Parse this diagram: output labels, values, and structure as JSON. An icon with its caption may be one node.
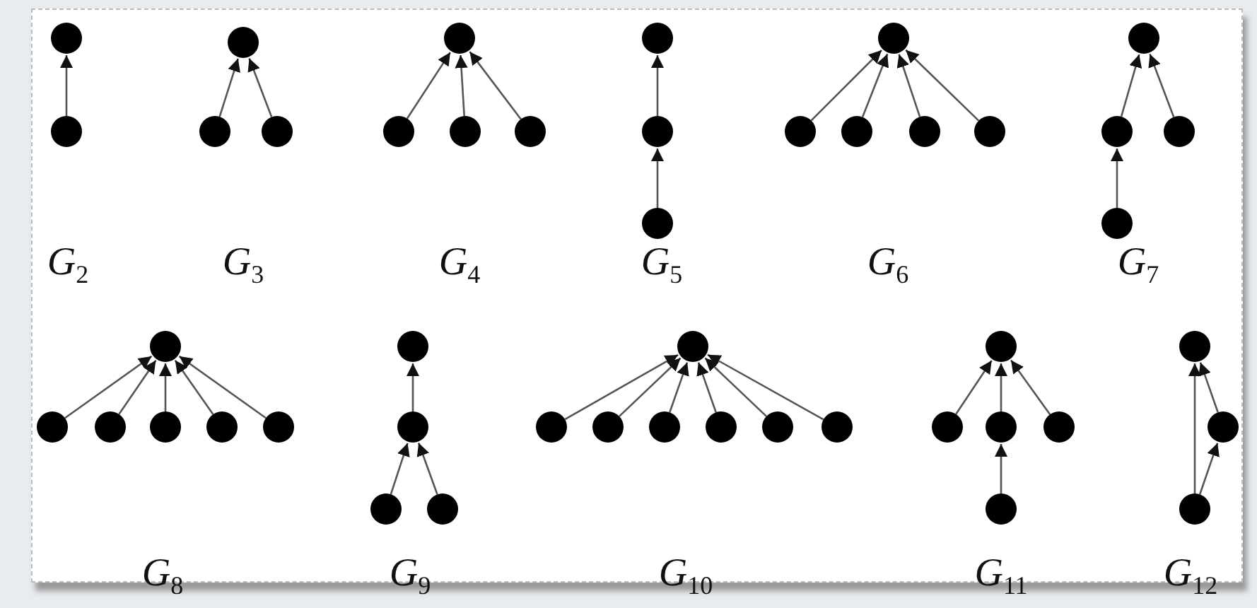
{
  "diagram": {
    "nodes": [
      {
        "text": [],
        "shape": "circle"
      },
      {
        "text": [],
        "shape": "circle"
      },
      {
        "text": [],
        "shape": "circle"
      },
      {
        "text": [],
        "shape": "circle"
      },
      {
        "text": [],
        "shape": "circle"
      },
      {
        "text": [],
        "shape": "circle"
      },
      {
        "text": [],
        "shape": "circle"
      },
      {
        "text": [],
        "shape": "circle"
      },
      {
        "text": [],
        "shape": "circle"
      },
      {
        "text": [],
        "shape": "circle"
      },
      {
        "text": [],
        "shape": "circle"
      },
      {
        "text": [],
        "shape": "circle"
      },
      {
        "text": [],
        "shape": "circle"
      },
      {
        "text": [],
        "shape": "circle"
      },
      {
        "text": [],
        "shape": "circle"
      },
      {
        "text": [],
        "shape": "circle"
      },
      {
        "text": [],
        "shape": "circle"
      },
      {
        "text": [],
        "shape": "circle"
      },
      {
        "text": [],
        "shape": "circle"
      },
      {
        "text": [],
        "shape": "circle"
      },
      {
        "text": [],
        "shape": "circle"
      },
      {
        "text": [],
        "shape": "circle"
      },
      {
        "text": [],
        "shape": "circle"
      },
      {
        "text": [],
        "shape": "circle"
      },
      {
        "text": [],
        "shape": "circle"
      },
      {
        "text": [],
        "shape": "circle"
      },
      {
        "text": [],
        "shape": "circle"
      },
      {
        "text": [],
        "shape": "circle"
      },
      {
        "text": [],
        "shape": "circle"
      },
      {
        "text": [],
        "shape": "circle"
      },
      {
        "text": [],
        "shape": "circle"
      },
      {
        "text": [],
        "shape": "circle"
      },
      {
        "text": [],
        "shape": "circle"
      },
      {
        "text": [],
        "shape": "circle"
      },
      {
        "text": [],
        "shape": "circle"
      },
      {
        "text": [],
        "shape": "circle"
      },
      {
        "text": [],
        "shape": "circle"
      },
      {
        "text": [],
        "shape": "circle"
      },
      {
        "text": [],
        "shape": "circle"
      },
      {
        "text": [],
        "shape": "circle"
      },
      {
        "text": [],
        "shape": "circle"
      },
      {
        "text": [],
        "shape": "circle"
      },
      {
        "text": [],
        "shape": "circle"
      },
      {
        "text": [],
        "shape": "circle"
      },
      {
        "text": [],
        "shape": "circle"
      },
      {
        "text": [],
        "shape": "circle"
      }
    ],
    "edges": [
      {
        "from": 1,
        "to": 0,
        "arrow": "to"
      },
      {
        "from": 3,
        "to": 2,
        "arrow": "to"
      },
      {
        "from": 4,
        "to": 2,
        "arrow": "to"
      },
      {
        "from": 6,
        "to": 5,
        "arrow": "to"
      },
      {
        "from": 7,
        "to": 5,
        "arrow": "to"
      },
      {
        "from": 8,
        "to": 5,
        "arrow": "to"
      },
      {
        "from": 10,
        "to": 9,
        "arrow": "to"
      },
      {
        "from": 11,
        "to": 10,
        "arrow": "to"
      },
      {
        "from": 13,
        "to": 12,
        "arrow": "to"
      },
      {
        "from": 14,
        "to": 12,
        "arrow": "to"
      },
      {
        "from": 15,
        "to": 12,
        "arrow": "to"
      },
      {
        "from": 16,
        "to": 12,
        "arrow": "to"
      },
      {
        "from": 18,
        "to": 17,
        "arrow": "to"
      },
      {
        "from": 19,
        "to": 17,
        "arrow": "to"
      },
      {
        "from": 20,
        "to": 18,
        "arrow": "to"
      },
      {
        "from": 22,
        "to": 21,
        "arrow": "to"
      },
      {
        "from": 23,
        "to": 21,
        "arrow": "to"
      },
      {
        "from": 24,
        "to": 21,
        "arrow": "to"
      },
      {
        "from": 25,
        "to": 21,
        "arrow": "to"
      },
      {
        "from": 26,
        "to": 21,
        "arrow": "to"
      },
      {
        "from": 28,
        "to": 27,
        "arrow": "to"
      },
      {
        "from": 29,
        "to": 28,
        "arrow": "to"
      },
      {
        "from": 30,
        "to": 28,
        "arrow": "to"
      },
      {
        "from": 32,
        "to": 31,
        "arrow": "to"
      },
      {
        "from": 33,
        "to": 31,
        "arrow": "to"
      },
      {
        "from": 34,
        "to": 31,
        "arrow": "to"
      },
      {
        "from": 35,
        "to": 31,
        "arrow": "to"
      },
      {
        "from": 36,
        "to": 31,
        "arrow": "to"
      },
      {
        "from": 37,
        "to": 31,
        "arrow": "to"
      },
      {
        "from": 39,
        "to": 38,
        "arrow": "to"
      },
      {
        "from": 40,
        "to": 38,
        "arrow": "to"
      },
      {
        "from": 41,
        "to": 38,
        "arrow": "to"
      },
      {
        "from": 42,
        "to": 40,
        "arrow": "to"
      },
      {
        "from": 45,
        "to": 43,
        "arrow": "to"
      },
      {
        "from": 45,
        "to": 44,
        "arrow": "to"
      },
      {
        "from": 44,
        "to": 43,
        "arrow": "to"
      }
    ],
    "labels": [
      "*G*$_{2}$",
      "*G*$_{3}$",
      "*G*$_{4}$",
      "*G*$_{5}$",
      "*G*$_{6}$",
      "*G*$_{7}$",
      "*G*$_{8}$",
      "*G*$_{9}$",
      "*G*$_{10}$",
      "*G*$_{11}$",
      "*G*$_{12}$"
    ]
  }
}
